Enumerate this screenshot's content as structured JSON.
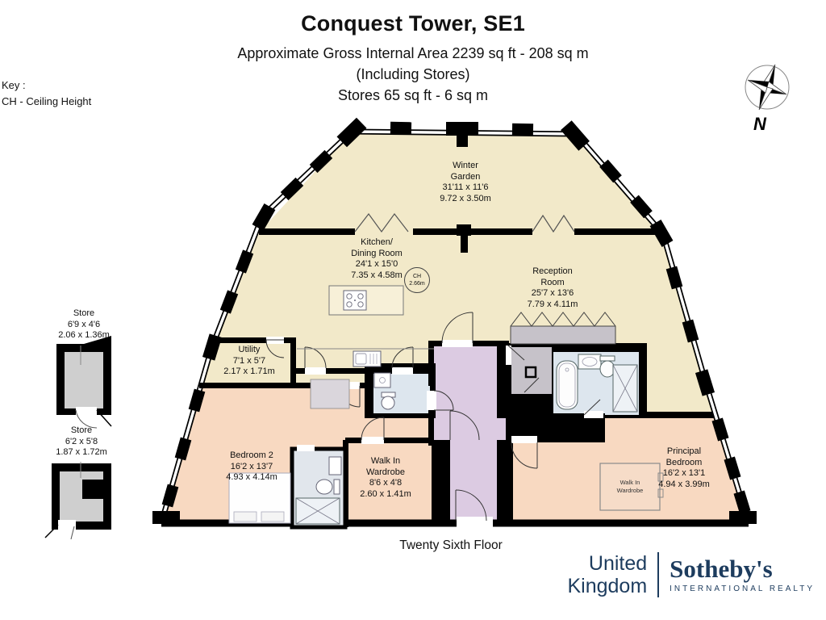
{
  "header": {
    "title": "Conquest Tower, SE1",
    "subtitle1": "Approximate Gross Internal Area 2239 sq ft - 208 sq m",
    "subtitle2": "(Including Stores)",
    "subtitle3": "Stores 65 sq ft - 6 sq m"
  },
  "key": {
    "title": "Key :",
    "entry": "CH - Ceiling Height"
  },
  "compass": {
    "label": "N"
  },
  "labels": {
    "winter_garden": [
      "Winter",
      "Garden",
      "31'11 x 11'6",
      "9.72 x 3.50m"
    ],
    "kitchen_dining": [
      "Kitchen/",
      "Dining Room",
      "24'1 x 15'0",
      "7.35 x 4.58m"
    ],
    "ceiling_height_badge": [
      "CH",
      "2.66m"
    ],
    "reception": [
      "Reception",
      "Room",
      "25'7 x 13'6",
      "7.79 x 4.11m"
    ],
    "utility": [
      "Utility",
      "7'1 x 5'7",
      "2.17 x 1.71m"
    ],
    "store_upper": [
      "Store",
      "6'9 x 4'6",
      "2.06 x 1.36m"
    ],
    "store_lower": [
      "Store",
      "6'2 x 5'8",
      "1.87 x 1.72m"
    ],
    "bedroom_2": [
      "Bedroom 2",
      "16'2 x 13'7",
      "4.93 x 4.14m"
    ],
    "walk_in_wardrobe": [
      "Walk In",
      "Wardrobe",
      "8'6 x 4'8",
      "2.60 x 1.41m"
    ],
    "principal_bedroom": [
      "Principal",
      "Bedroom",
      "16'2 x 13'1",
      "4.94 x 3.99m"
    ],
    "walk_in_wardrobe_small": [
      "Walk In",
      "Wardrobe"
    ]
  },
  "footer": {
    "floor_label": "Twenty Sixth Floor"
  },
  "branding": {
    "country_line1": "United",
    "country_line2": "Kingdom",
    "brand": "Sotheby's",
    "brand_subtitle": "INTERNATIONAL REALTY"
  },
  "colors": {
    "room_cream": "#f2e9c9",
    "room_peach": "#f8d9c1",
    "hall_lilac": "#dccbe2",
    "bath_blue": "#dde6ee",
    "furniture_gray": "#c9c5cc",
    "store_gray": "#cfcfcf",
    "wall_black": "#000000",
    "brand_navy": "#1d3c5e"
  }
}
